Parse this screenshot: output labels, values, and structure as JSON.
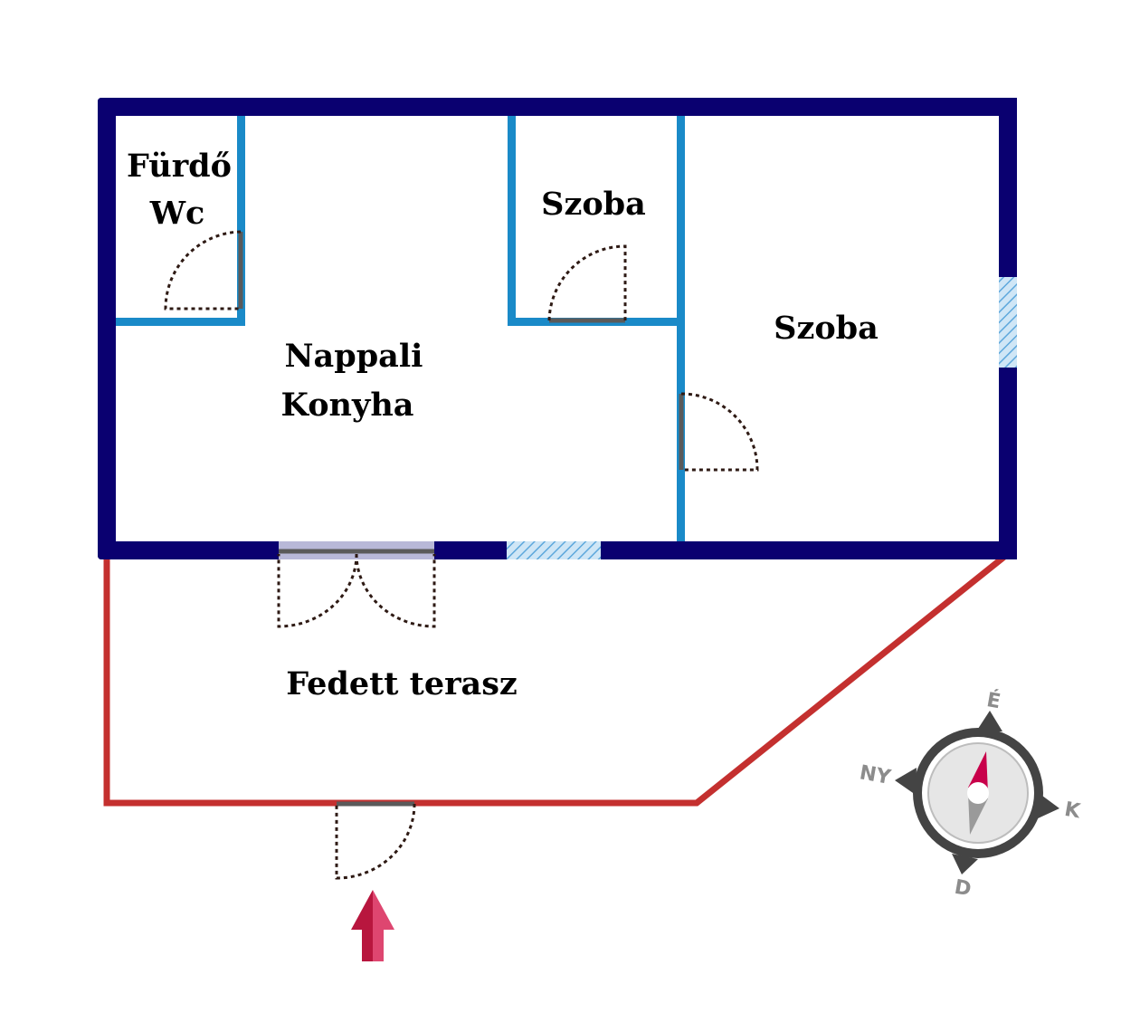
{
  "rooms": {
    "bath_line1": "Fürdő",
    "bath_line2": "Wc",
    "small_room": "Szoba",
    "living_line1": "Nappali",
    "living_line2": "Konyha",
    "big_room": "Szoba",
    "terrace": "Fedett terasz"
  },
  "compass": {
    "north": "É",
    "east": "K",
    "south": "D",
    "west": "NY"
  },
  "colors": {
    "outer_wall": "#0a0070",
    "inner_wall": "#1a8ac8",
    "terrace_line": "#c4302f",
    "window": "#8fc3e6",
    "entry_arrow": "#c8234a",
    "compass_ring": "#444444",
    "compass_needle_north": "#c8004a"
  }
}
